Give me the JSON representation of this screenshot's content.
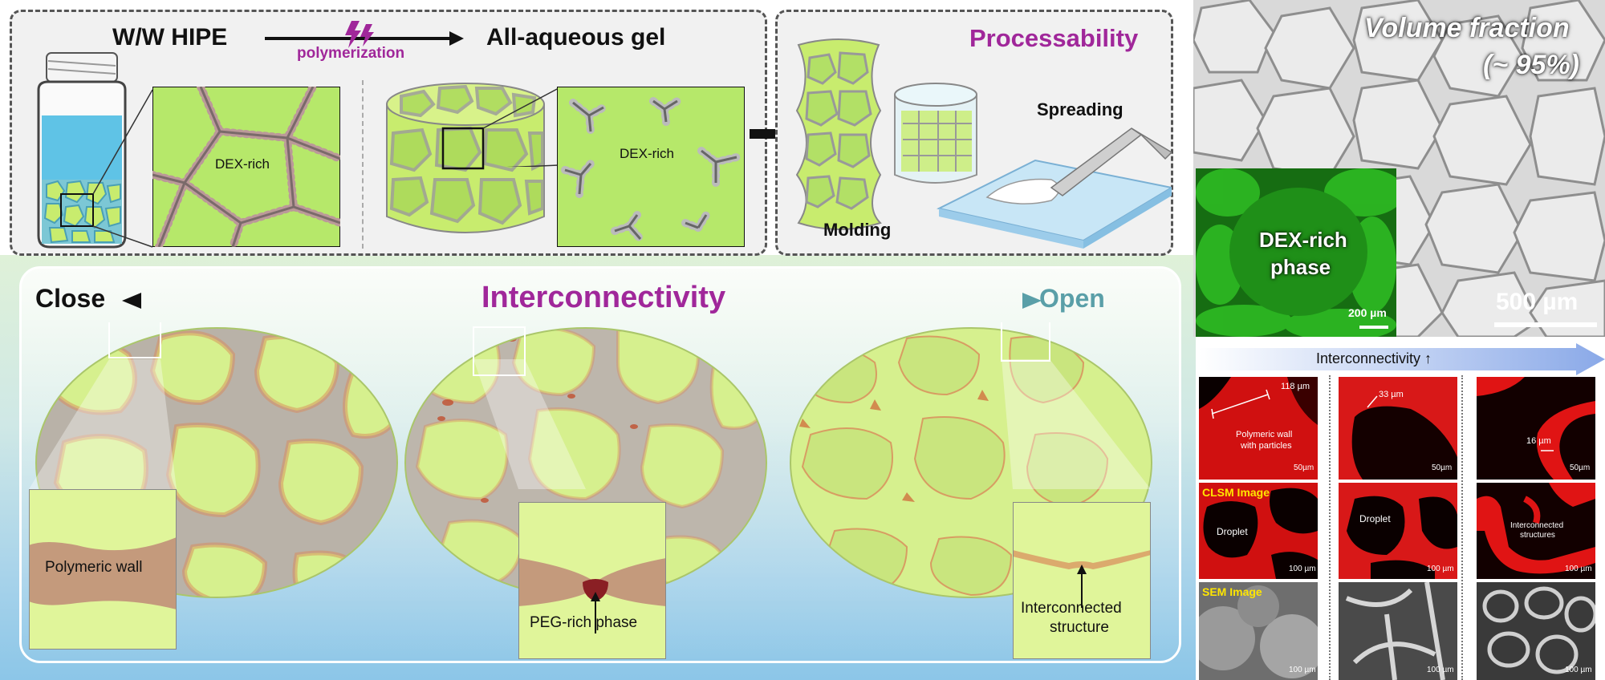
{
  "top_left": {
    "hipe_label": "W/W HIPE",
    "polymerization_label": "polymerization",
    "gel_label": "All-aqueous gel",
    "dex_rich_label_1": "DEX-rich",
    "dex_rich_label_2": "DEX-rich"
  },
  "process": {
    "title": "Processability",
    "spreading_label": "Spreading",
    "molding_label": "Molding"
  },
  "interconnect": {
    "close_label": "Close",
    "title": "Interconnectivity",
    "open_label": "Open",
    "polymeric_wall_label": "Polymeric wall",
    "peg_rich_label": "PEG-rich phase",
    "interconnected_label_line1": "Interconnected",
    "interconnected_label_line2": "structure"
  },
  "micrograph": {
    "volume_fraction_line1": "Volume fraction",
    "volume_fraction_line2": "(~ 95%)",
    "inset_label_line1": "DEX-rich",
    "inset_label_line2": "phase",
    "inset_scale": "200 µm",
    "main_scale": "500 µm"
  },
  "grid": {
    "header": "Interconnectivity ↑",
    "clsm_label": "CLSM Image",
    "sem_label": "SEM Image",
    "r1c1_measure": "118 µm",
    "r1c1_caption_line1": "Polymeric wall",
    "r1c1_caption_line2": "with particles",
    "r1c2_measure": "33 µm",
    "r1c3_measure": "16 µm",
    "scale_50": "50µm",
    "scale_100": "100 µm",
    "droplet_1": "Droplet",
    "droplet_2": "Droplet",
    "interconnected_line1": "Interconnected",
    "interconnected_line2": "structures"
  },
  "colors": {
    "gel_green": "#c8ec6e",
    "accent_purple": "#a0279a",
    "open_teal": "#5a9fa8",
    "wall_orange": "#d98a5a",
    "confocal_red": "#e01010",
    "confocal_green": "#22a81a"
  }
}
